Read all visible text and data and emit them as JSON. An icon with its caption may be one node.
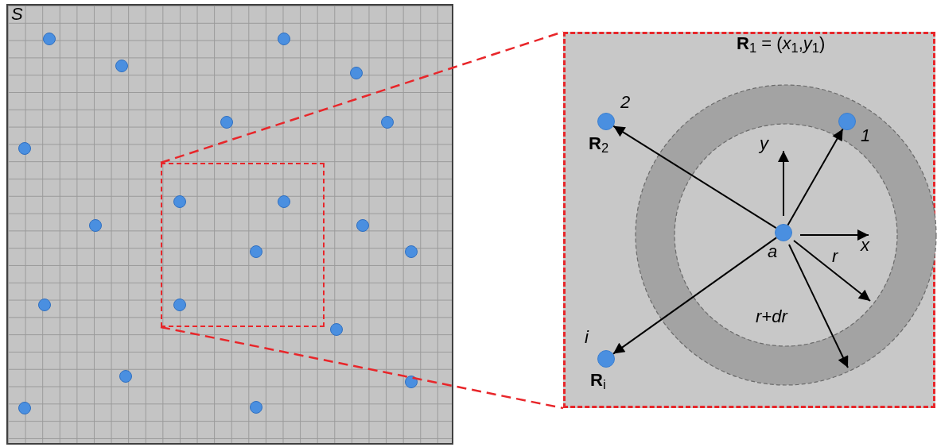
{
  "diagram": {
    "nodes": [
      {
        "text": [
          "S"
        ]
      },
      {
        "text": [],
        "shape": "box",
        "in": 0
      },
      {
        "text": [],
        "shape": "circle",
        "in": 0
      },
      {
        "text": [],
        "shape": "circle",
        "in": 0
      },
      {
        "text": [],
        "shape": "circle",
        "in": 0
      },
      {
        "text": [],
        "shape": "circle",
        "in": 0
      },
      {
        "text": [],
        "shape": "circle",
        "in": 0
      },
      {
        "text": [],
        "shape": "circle",
        "in": 0
      },
      {
        "text": [],
        "shape": "circle",
        "in": 0
      },
      {
        "text": [],
        "shape": "circle",
        "in": 1
      },
      {
        "text": [],
        "shape": "circle",
        "in": 1
      },
      {
        "text": [],
        "shape": "circle",
        "in": 0
      },
      {
        "text": [],
        "shape": "circle",
        "in": 0
      },
      {
        "text": [],
        "shape": "circle",
        "in": 1
      },
      {
        "text": [],
        "shape": "circle",
        "in": 0
      },
      {
        "text": [],
        "shape": "circle",
        "in": 0
      },
      {
        "text": [],
        "shape": "circle",
        "in": 1
      },
      {
        "text": [],
        "shape": "circle",
        "in": 0
      },
      {
        "text": [],
        "shape": "circle",
        "in": 0
      },
      {
        "text": [],
        "shape": "circle",
        "in": 0
      },
      {
        "text": [],
        "shape": "circle",
        "in": 0
      },
      {
        "text": [],
        "shape": "circle",
        "in": 0
      },
      {
        "text": [],
        "shape": "box"
      },
      {
        "text": [],
        "shape": "circle",
        "in": 22,
        "beside": [
          "2",
          "**R**$_{2}$"
        ]
      },
      {
        "text": [],
        "shape": "circle",
        "in": 22,
        "beside": [
          "1",
          "**R**$_{1}$ = (*x*$_{1}$,*y*$_{1}$)"
        ]
      },
      {
        "text": [],
        "shape": "circle",
        "in": 22,
        "beside": [
          "a"
        ]
      },
      {
        "text": [],
        "shape": "circle",
        "in": 22,
        "beside": [
          "i",
          "**R**$_{i}$"
        ]
      }
    ],
    "edges": [
      {
        "from": 1,
        "to": 22,
        "arrow": "none",
        "style": "dashed",
        "color": "#e8262a"
      },
      {
        "from": 1,
        "to": 22,
        "arrow": "none",
        "style": "dashed",
        "color": "#e8262a"
      },
      {
        "from": 25,
        "to": 24,
        "arrow": "to"
      },
      {
        "from": 25,
        "to": 23,
        "arrow": "to"
      },
      {
        "from": 25,
        "to": 26,
        "arrow": "to"
      }
    ],
    "labels": [
      "y",
      "x",
      "r",
      "r+dr"
    ]
  }
}
